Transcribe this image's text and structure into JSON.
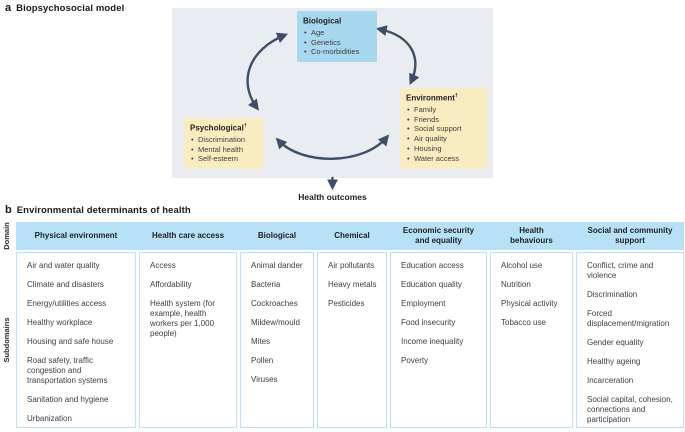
{
  "panel_a": {
    "label": "a",
    "title": "Biopsychosocial model",
    "outcome_label": "Health outcomes",
    "nodes": {
      "biological": {
        "title": "Biological",
        "items": [
          "Age",
          "Genetics",
          "Co-morbidities"
        ]
      },
      "psychological": {
        "title": "Psychological",
        "dagger": "†",
        "items": [
          "Discrimination",
          "Mental health",
          "Self-esteem"
        ]
      },
      "environment": {
        "title": "Environment",
        "dagger": "†",
        "items": [
          "Family",
          "Friends",
          "Social support",
          "Air quality",
          "Housing",
          "Water access"
        ]
      }
    }
  },
  "panel_b": {
    "label": "b",
    "title": "Environmental determinants of health",
    "domain_label": "Domain",
    "subdomains_label": "Subdomains",
    "columns": [
      {
        "header": "Physical environment",
        "items": [
          "Air and water quality",
          "Climate and disasters",
          "Energy/utilities access",
          "Healthy workplace",
          "Housing and safe house",
          "Road safety, traffic congestion and transportation systems",
          "Sanitation and hygiene",
          "Urbanization"
        ]
      },
      {
        "header": "Health care access",
        "items": [
          "Access",
          "Affordability",
          "Health system (for example, health workers per 1,000 people)"
        ]
      },
      {
        "header": "Biological",
        "items": [
          "Animal dander",
          "Bacteria",
          "Cockroaches",
          "Mildew/mould",
          "Mites",
          "Pollen",
          "Viruses"
        ]
      },
      {
        "header": "Chemical",
        "items": [
          "Air pollutants",
          "Heavy metals",
          "Pesticides"
        ]
      },
      {
        "header": "Economic security and equality",
        "items": [
          "Education access",
          "Education quality",
          "Employment",
          "Food insecurity",
          "Income inequality",
          "Poverty"
        ]
      },
      {
        "header": "Health behaviours",
        "items": [
          "Alcohol use",
          "Nutrition",
          "Physical activity",
          "Tobacco use"
        ]
      },
      {
        "header": "Social and community support",
        "items": [
          "Conflict, crime and violence",
          "Discrimination",
          "Forced displacement/migration",
          "Gender equality",
          "Healthy ageing",
          "Incarceration",
          "Social capital, cohesion, connections and participation"
        ]
      }
    ]
  },
  "colors": {
    "diagram-bg": "#e9ecf1",
    "node-blue": "#a8d7f0",
    "node-yellow": "#f9ecc1",
    "arrow": "#3d4e66",
    "header-bg": "#b6e1f6",
    "cell-border": "#b9e2f6",
    "text": "#3f3f3f",
    "heading": "#1a1a1a"
  }
}
